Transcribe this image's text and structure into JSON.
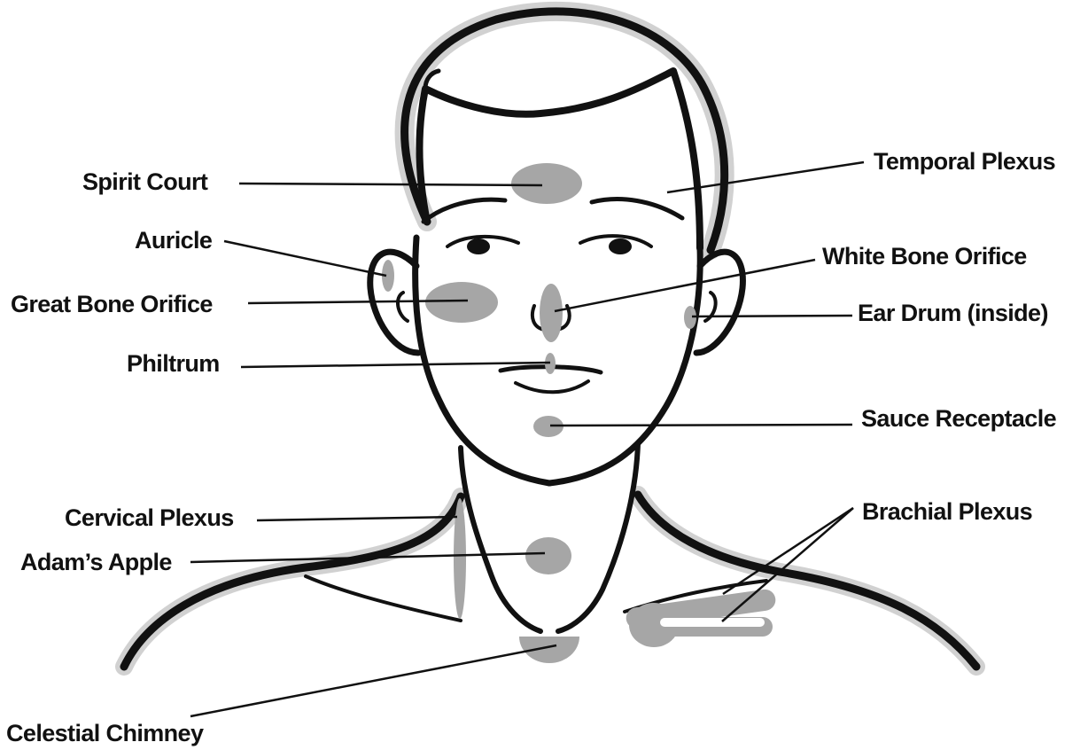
{
  "labels": {
    "spirit_court": "Spirit Court",
    "auricle": "Auricle",
    "great_bone_orifice": "Great Bone Orifice",
    "philtrum": "Philtrum",
    "cervical_plexus": "Cervical Plexus",
    "adams_apple": "Adam’s Apple",
    "celestial_chimney": "Celestial Chimney",
    "temporal_plexus": "Temporal Plexus",
    "white_bone_orifice": "White Bone Orifice",
    "ear_drum": "Ear Drum (inside)",
    "sauce_receptacle": "Sauce Receptacle",
    "brachial_plexus": "Brachial Plexus"
  },
  "colors": {
    "marker": "#a6a6a6",
    "outline": "#111111",
    "background": "#ffffff"
  }
}
